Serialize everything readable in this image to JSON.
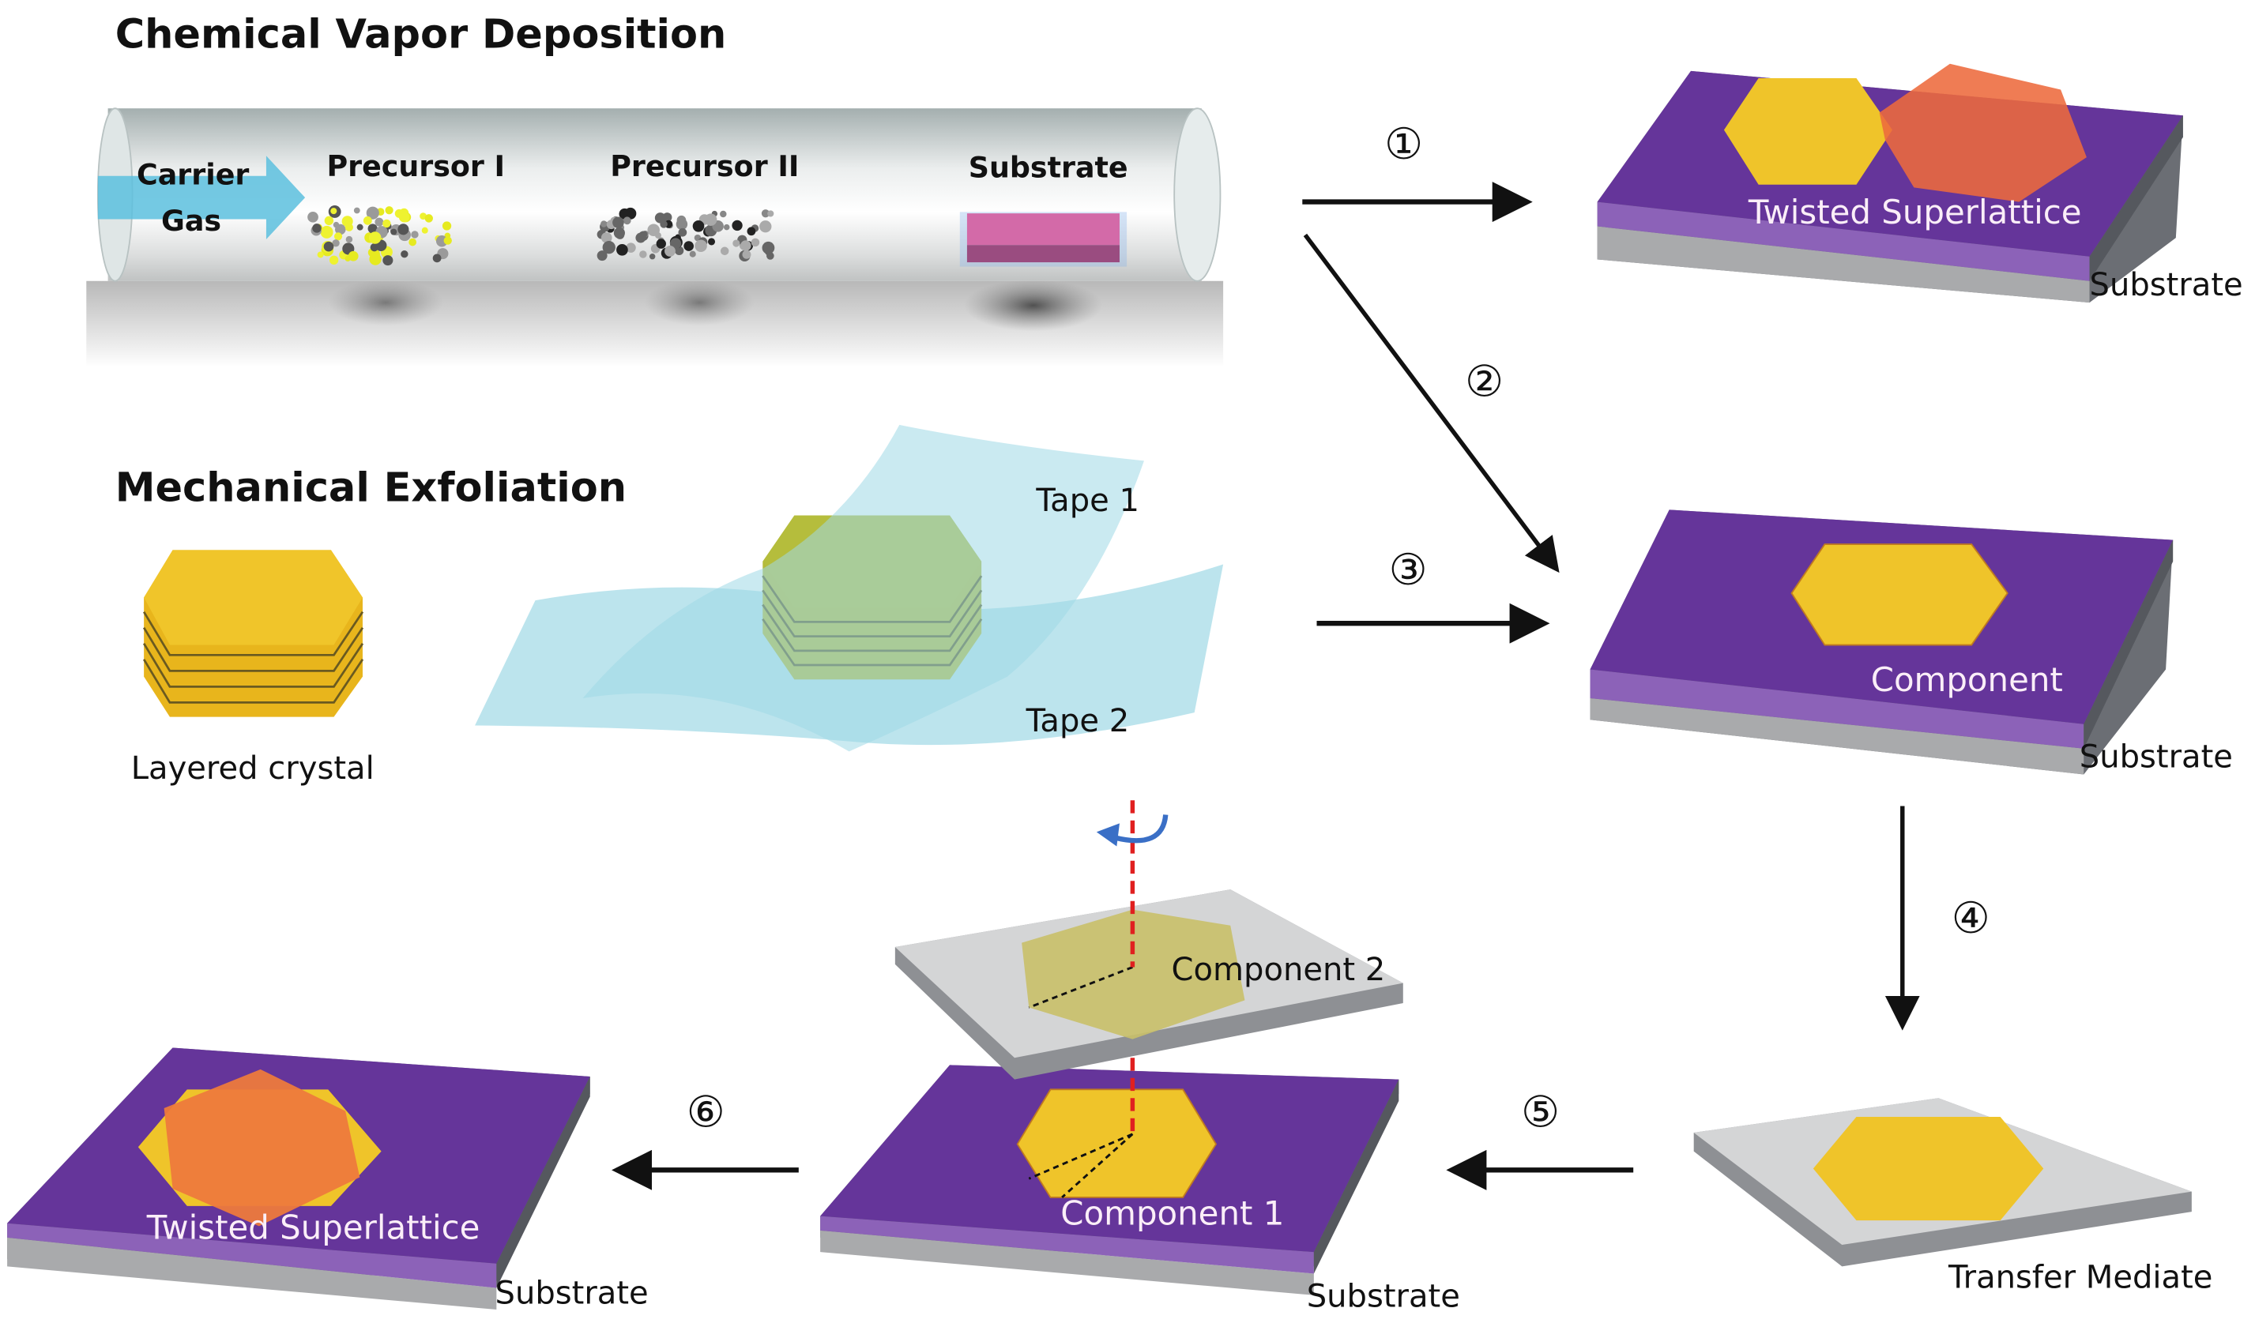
{
  "sections": {
    "cvd": {
      "title": "Chemical Vapor Deposition",
      "carrier_gas": [
        "Carrier",
        "Gas"
      ],
      "precursor1": "Precursor I",
      "precursor2": "Precursor II",
      "substrate": "Substrate"
    },
    "exfoliation": {
      "title": "Mechanical Exfoliation",
      "crystal_label": "Layered crystal",
      "tape1": "Tape 1",
      "tape2": "Tape 2"
    }
  },
  "steps": [
    "①",
    "②",
    "③",
    "④",
    "⑤",
    "⑥"
  ],
  "results": {
    "top_right": {
      "overlay": "Twisted Superlattice",
      "side": "Substrate"
    },
    "middle_right": {
      "overlay": "Component",
      "side": "Substrate"
    },
    "transfer": {
      "side": "Transfer Mediate"
    },
    "stack": {
      "component2": "Component 2",
      "component1": "Component 1",
      "side": "Substrate"
    },
    "final": {
      "overlay": "Twisted Superlattice",
      "side": "Substrate"
    }
  },
  "colors": {
    "purple": "#65359a",
    "purple_light": "#8c62b8",
    "gray_side": "#a9aaac",
    "gray_dark": "#6b6e74",
    "yellow": "#efc42a",
    "orange": "#ed7a3c",
    "tape": "#9fd8e6",
    "arrow": "#111111",
    "axis_red": "#e02020",
    "rotate_blue": "#3a6fc6",
    "pink": "#d36aa8"
  }
}
